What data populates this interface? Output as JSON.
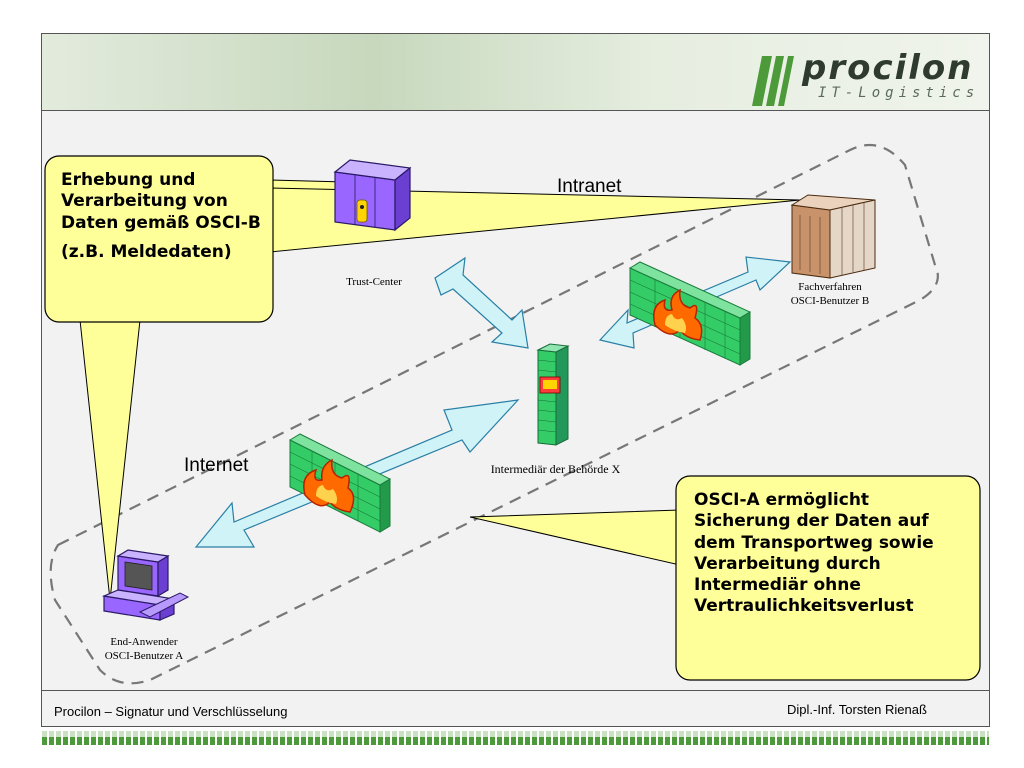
{
  "header": {
    "logo_text": "procilon",
    "logo_sub": "IT-Logistics"
  },
  "callouts": {
    "left_line1": "Erhebung und Verarbeitung von Daten gemäß OSCI-B",
    "left_line2": "(z.B. Meldedaten)",
    "right": "OSCI-A ermöglicht Sicherung der Daten auf dem Transportweg sowie Verarbeitung durch Intermediär ohne Vertraulichkeitsverlust"
  },
  "nodes": {
    "trust_center": "Trust-Center",
    "fachverfahren_line1": "Fachverfahren",
    "fachverfahren_line2": "OSCI-Benutzer B",
    "intermediaer": "Intermediär der Behörde X",
    "endanwender_line1": "End-Anwender",
    "endanwender_line2": "OSCI-Benutzer A"
  },
  "zones": {
    "intranet": "Intranet",
    "internet": "Internet"
  },
  "footer": {
    "left": "Procilon – Signatur und Verschlüsselung",
    "right": "Dipl.-Inf. Torsten Rienaß"
  },
  "colors": {
    "callout_fill": "#ffff99",
    "arrow_fill": "#cff3f6",
    "firewall_green": "#33cc66",
    "server_purple": "#9966ff",
    "frame_bg": "#f2f2f2"
  }
}
